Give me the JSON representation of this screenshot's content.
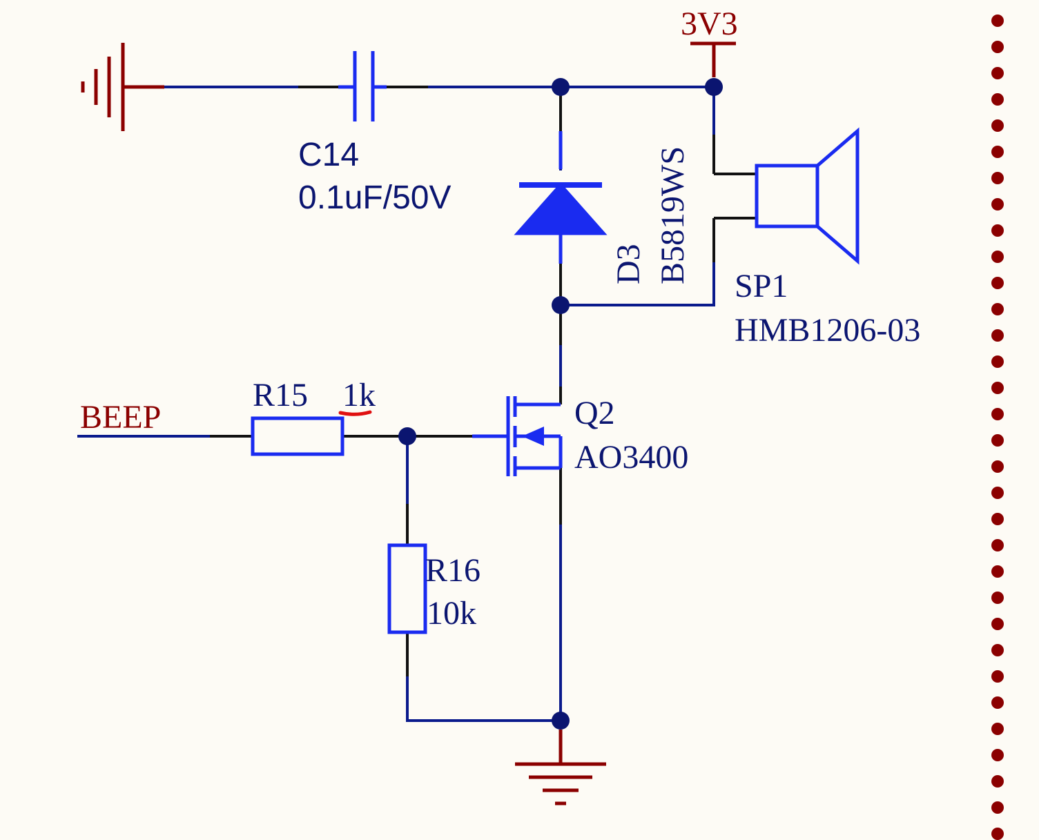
{
  "colors": {
    "background": "#FDFBF5",
    "wire": "#0A1A8C",
    "component": "#1A2BF0",
    "power": "#8B0000",
    "junction": "#0B1570",
    "text_blue": "#0B1570",
    "pin_lead": "#111111",
    "highlight": "#E01010"
  },
  "power": {
    "vcc_label": "3V3"
  },
  "net_labels": {
    "beep": "BEEP"
  },
  "components": {
    "c14": {
      "designator": "C14",
      "value": "0.1uF/50V"
    },
    "d3": {
      "designator": "D3",
      "value": "B5819WS"
    },
    "sp1": {
      "designator": "SP1",
      "value": "HMB1206-03"
    },
    "r15": {
      "designator": "R15",
      "value": "1k"
    },
    "q2": {
      "designator": "Q2",
      "value": "AO3400"
    },
    "r16": {
      "designator": "R16",
      "value": "10k"
    }
  },
  "icons": {
    "ground_left": "ground-icon",
    "ground_bottom": "ground-icon",
    "border": "dotted-sheet-border"
  }
}
